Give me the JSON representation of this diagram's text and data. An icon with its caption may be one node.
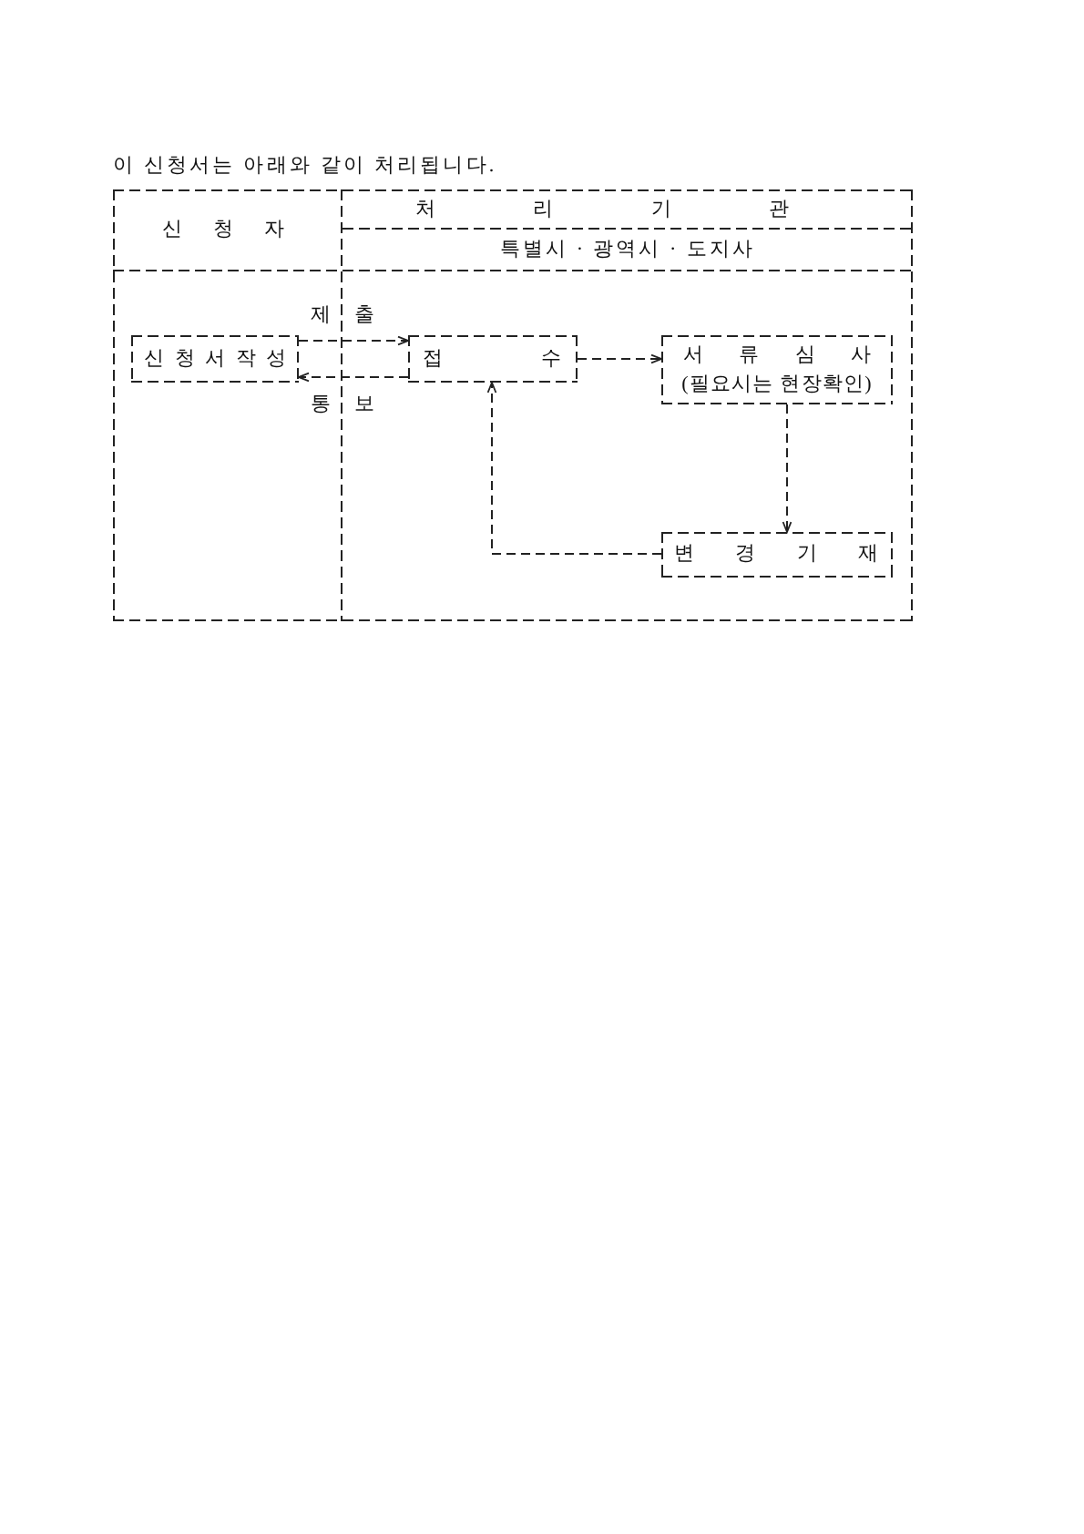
{
  "diagram": {
    "title": "이 신청서는 아래와 같이 처리됩니다.",
    "nodes": [
      {
        "text": [
          "신 청 자"
        ]
      },
      {
        "text": [
          "처 리 기 관",
          "특별시 · 광역시 · 도지사"
        ]
      },
      {
        "text": [
          "신 청 서 작 성"
        ],
        "in": 0
      },
      {
        "text": [
          "접 수"
        ],
        "in": 1
      },
      {
        "text": [
          "서 류 심 사",
          "(필요시는 현장확인)"
        ],
        "in": 1
      },
      {
        "text": [
          "변 경 기 재"
        ],
        "in": 1
      }
    ],
    "edges": [
      {
        "from": 2,
        "to": 3,
        "arrow": "to",
        "label": "제 출",
        "style": "dashed"
      },
      {
        "from": 3,
        "to": 2,
        "arrow": "to",
        "label": "통 보",
        "style": "dashed"
      },
      {
        "from": 3,
        "to": 4,
        "arrow": "to",
        "style": "dashed"
      },
      {
        "from": 4,
        "to": 5,
        "arrow": "to",
        "style": "dashed"
      },
      {
        "from": 5,
        "to": 3,
        "arrow": "to",
        "style": "dashed"
      }
    ]
  }
}
